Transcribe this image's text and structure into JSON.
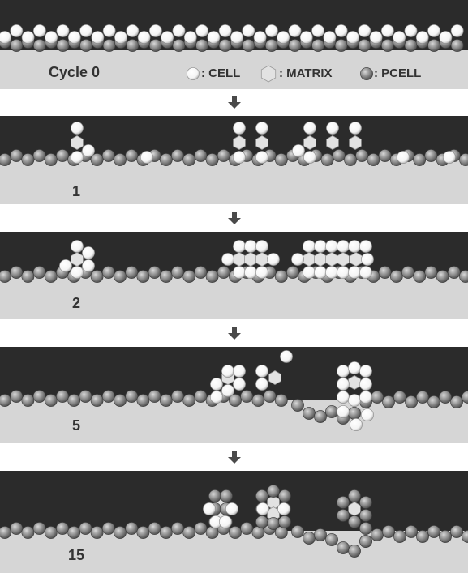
{
  "panels": [
    {
      "label": "Cycle 0"
    },
    {
      "label": "1"
    },
    {
      "label": "2"
    },
    {
      "label": "5"
    },
    {
      "label": "15"
    }
  ],
  "legend": {
    "cell": ": CELL",
    "matrix": ": MATRIX",
    "pcell": ": PCELL"
  },
  "colors": {
    "background_dark": "#2b2b2b",
    "substrate": "#d6d6d6",
    "arrow": "#4a4a4a",
    "cell": "#ffffff",
    "matrix": "#e2e2e2",
    "pcell": "#8a8a8a",
    "label": "#333333"
  }
}
